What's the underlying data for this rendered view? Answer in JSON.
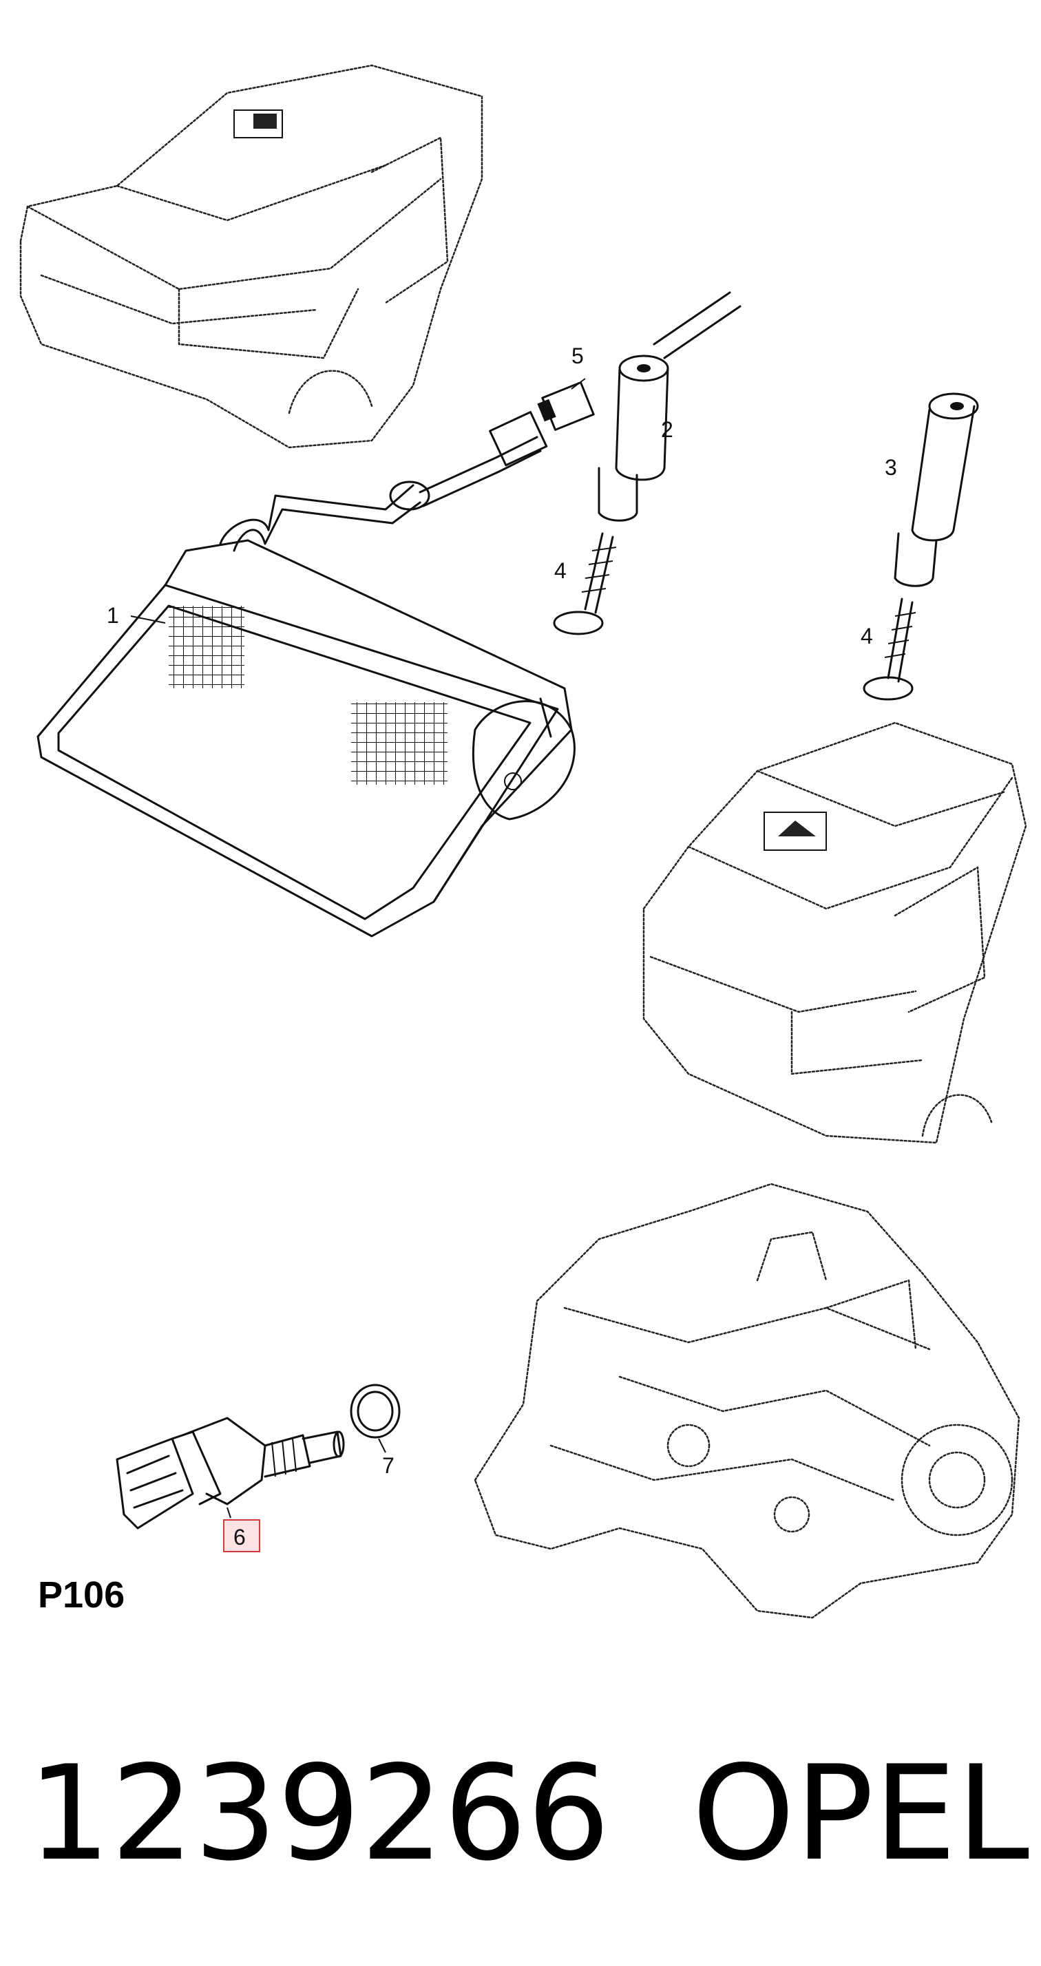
{
  "diagram": {
    "callouts": {
      "c1": "1",
      "c2": "2",
      "c3": "3",
      "c4a": "4",
      "c4b": "4",
      "c5": "5",
      "c6": "6",
      "c7": "7"
    },
    "highlighted_callout": "6",
    "highlight_color": "#d23b3b",
    "page_id": "P106"
  },
  "footer": {
    "part_number": "1239266",
    "brand": "OPEL"
  }
}
